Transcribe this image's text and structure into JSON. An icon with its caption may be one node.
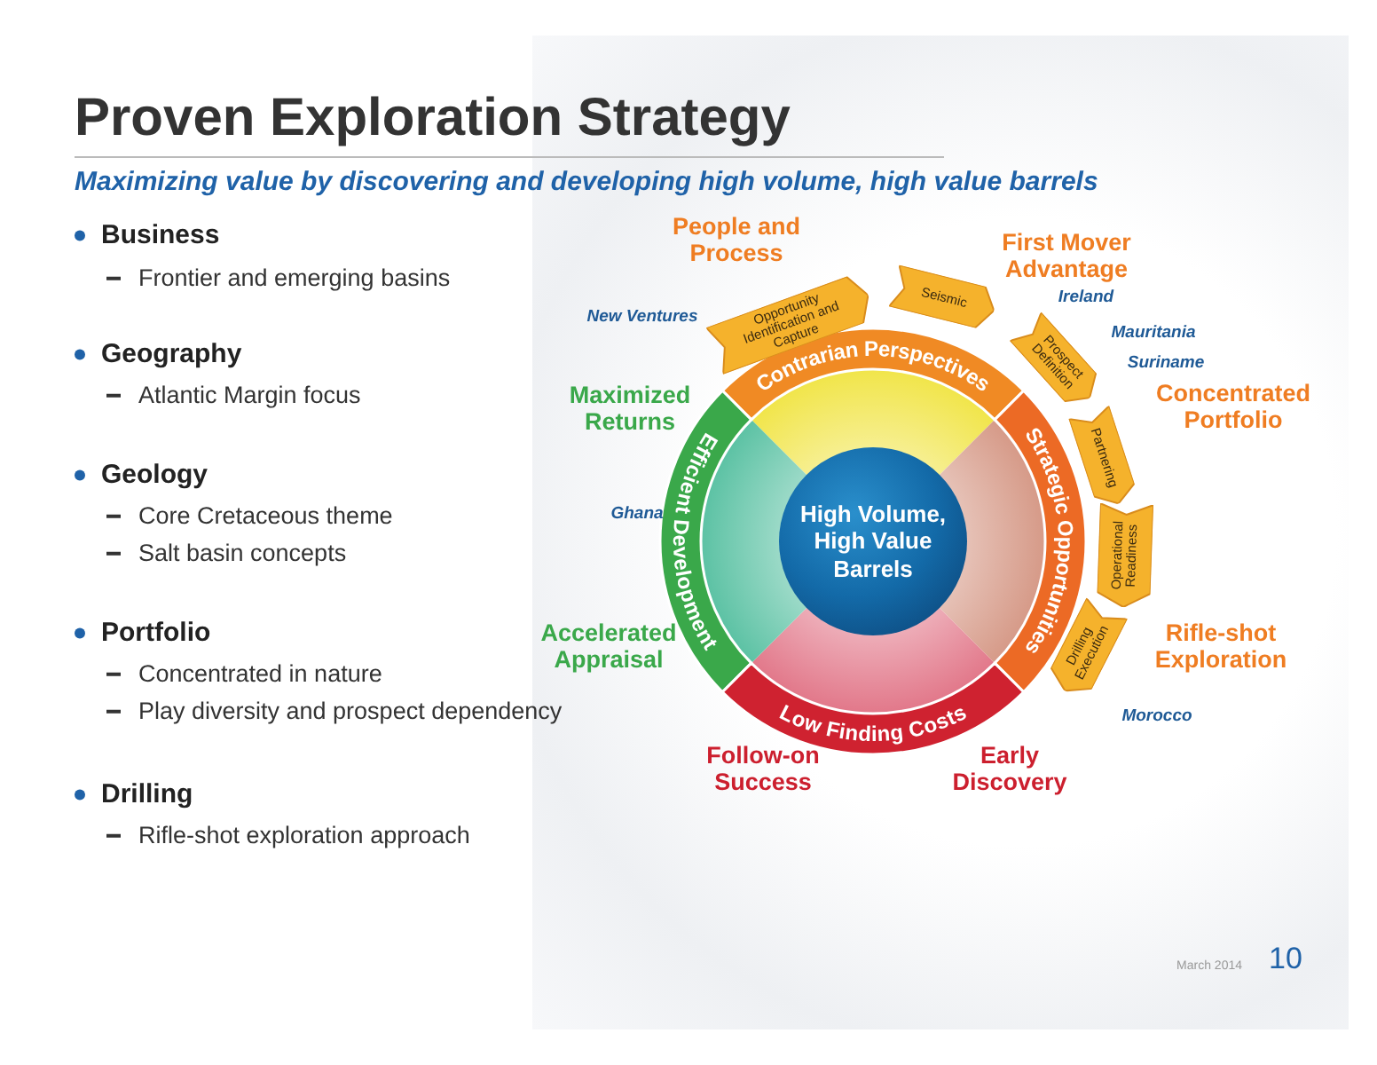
{
  "diagram": {
    "title": "Proven Exploration Strategy",
    "nodes": [
      {
        "text": [
          "Contrarian Perspectives"
        ]
      },
      {
        "text": [
          "Efficient Development"
        ]
      },
      {
        "text": [
          "Strategic Opportunities"
        ]
      },
      {
        "text": [
          "High Volume, High Value Barrels"
        ]
      },
      {
        "text": [
          "Low Finding Costs"
        ]
      },
      {
        "text": [
          "Opportunity Identification and Capture"
        ]
      },
      {
        "text": [
          "Seismic"
        ]
      },
      {
        "text": [
          "Prospect Definition"
        ]
      },
      {
        "text": [
          "Partnering"
        ]
      },
      {
        "text": [
          "Operational Readiness"
        ]
      },
      {
        "text": [
          "Drilling Execution"
        ]
      }
    ],
    "labels": [
      "Maximizing value by discovering and developing high volume, high value barrels",
      "Business",
      "Frontier and emerging basins",
      "Geography",
      "Atlantic Margin focus",
      "Geology",
      "Core Cretaceous theme",
      "Salt basin concepts",
      "Portfolio",
      "Concentrated in nature",
      "Play diversity and prospect dependency",
      "Drilling",
      "Rifle-shot exploration approach",
      "People and Process",
      "First Mover Advantage",
      "New Ventures",
      "Ireland",
      "Mauritania",
      "Suriname",
      "Maximized Returns",
      "Concentrated Portfolio",
      "Ghana",
      "Accelerated Appraisal",
      "Rifle-shot Exploration",
      "Morocco",
      "Follow-on Success",
      "Early Discovery",
      "March 2014",
      "10"
    ]
  }
}
